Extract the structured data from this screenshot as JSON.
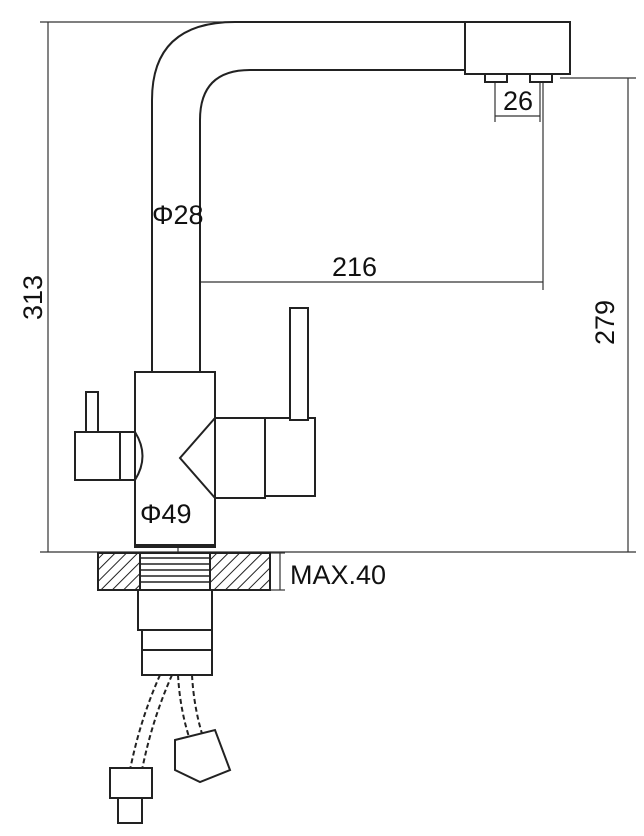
{
  "drawing": {
    "dimensions": {
      "total_height": "313",
      "spout_height": "279",
      "spout_reach": "216",
      "spout_diameter": "Φ28",
      "body_diameter": "Φ49",
      "nozzle_spacing": "26",
      "max_countertop": "MAX.40"
    }
  }
}
